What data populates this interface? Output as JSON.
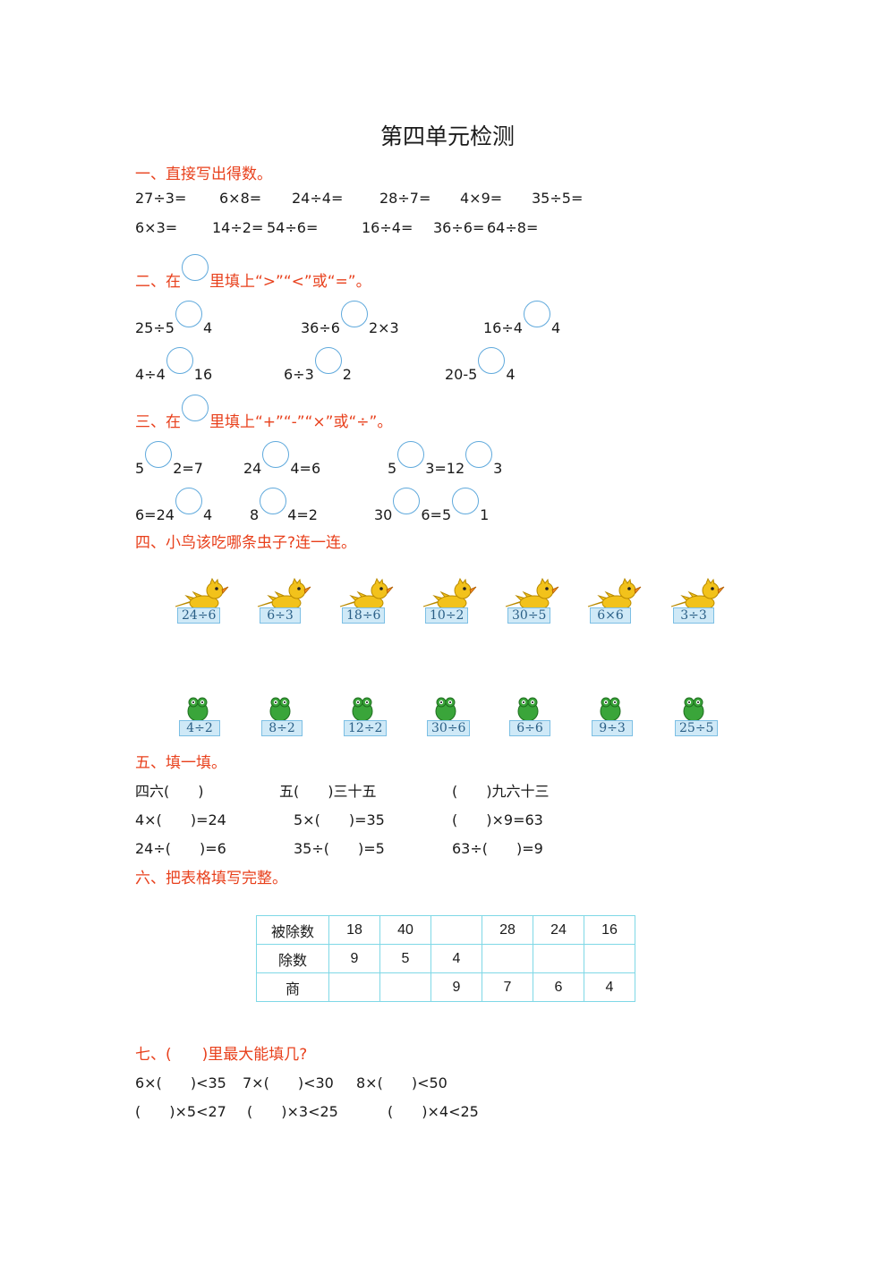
{
  "title": "第四单元检测",
  "sections": {
    "s1": "一、直接写出得数。",
    "s2_pre": "二、在",
    "s2_post": "里填上“>”“<”或“=”。",
    "s3_pre": "三、在",
    "s3_post": "里填上“+”“-”“×”或“÷”。",
    "s4": "四、小鸟该吃哪条虫子?连一连。",
    "s5": "五、填一填。",
    "s6": "六、把表格填写完整。",
    "s7": "七、(　　)里最大能填几?"
  },
  "q1": {
    "row1": [
      "27÷3=",
      "6×8=",
      "24÷4=",
      "28÷7=",
      "4×9=",
      "35÷5="
    ],
    "row2": [
      "6×3=",
      "14÷2=",
      "54÷6=",
      "16÷4=",
      "36÷6=",
      "64÷8="
    ]
  },
  "q2": [
    {
      "left": "25÷5",
      "right": "4"
    },
    {
      "left": "36÷6",
      "right": "2×3"
    },
    {
      "left": "16÷4",
      "right": "4"
    },
    {
      "left": "4÷4",
      "right": "16"
    },
    {
      "left": "6÷3",
      "right": "2"
    },
    {
      "left": "20-5",
      "right": "4"
    }
  ],
  "q3": {
    "a1": "5",
    "a2": "2=7",
    "b1": "24",
    "b2": "4=6",
    "c1": "5",
    "c2": "3=12",
    "c3": "3",
    "d1": "6=24",
    "d2": "4",
    "e1": "8",
    "e2": "4=2",
    "f1": "30",
    "f2": "6=5",
    "f3": "1"
  },
  "birds": [
    "24÷6",
    "6÷3",
    "18÷6",
    "10÷2",
    "30÷5",
    "6×6",
    "3÷3"
  ],
  "bugs": [
    "4÷2",
    "8÷2",
    "12÷2",
    "30÷6",
    "6÷6",
    "9÷3",
    "25÷5"
  ],
  "q5": {
    "r1": [
      "四六(　　)",
      "五(　　)三十五",
      "(　　)九六十三"
    ],
    "r2": [
      "4×(　　)=24",
      "5×(　　)=35",
      "(　　)×9=63"
    ],
    "r3": [
      "24÷(　　)=6",
      "35÷(　　)=5",
      "63÷(　　)=9"
    ]
  },
  "table": {
    "rows": [
      {
        "label": "被除数",
        "cells": [
          "18",
          "40",
          "",
          "28",
          "24",
          "16"
        ]
      },
      {
        "label": "除数",
        "cells": [
          "9",
          "5",
          "4",
          "",
          "",
          ""
        ]
      },
      {
        "label": "商",
        "cells": [
          "",
          "",
          "9",
          "7",
          "6",
          "4"
        ]
      }
    ]
  },
  "q7": {
    "r1": [
      "6×(　　)<35",
      "7×(　　)<30",
      "8×(　　)<50"
    ],
    "r2": [
      "(　　)×5<27",
      "(　　)×3<25",
      "(　　)×4<25"
    ]
  },
  "colors": {
    "heading": "#e8401c",
    "circle": "#5fa9dc",
    "table_border": "#7fd8e6",
    "bird": "#f2c21b",
    "bug": "#3aa53a"
  }
}
